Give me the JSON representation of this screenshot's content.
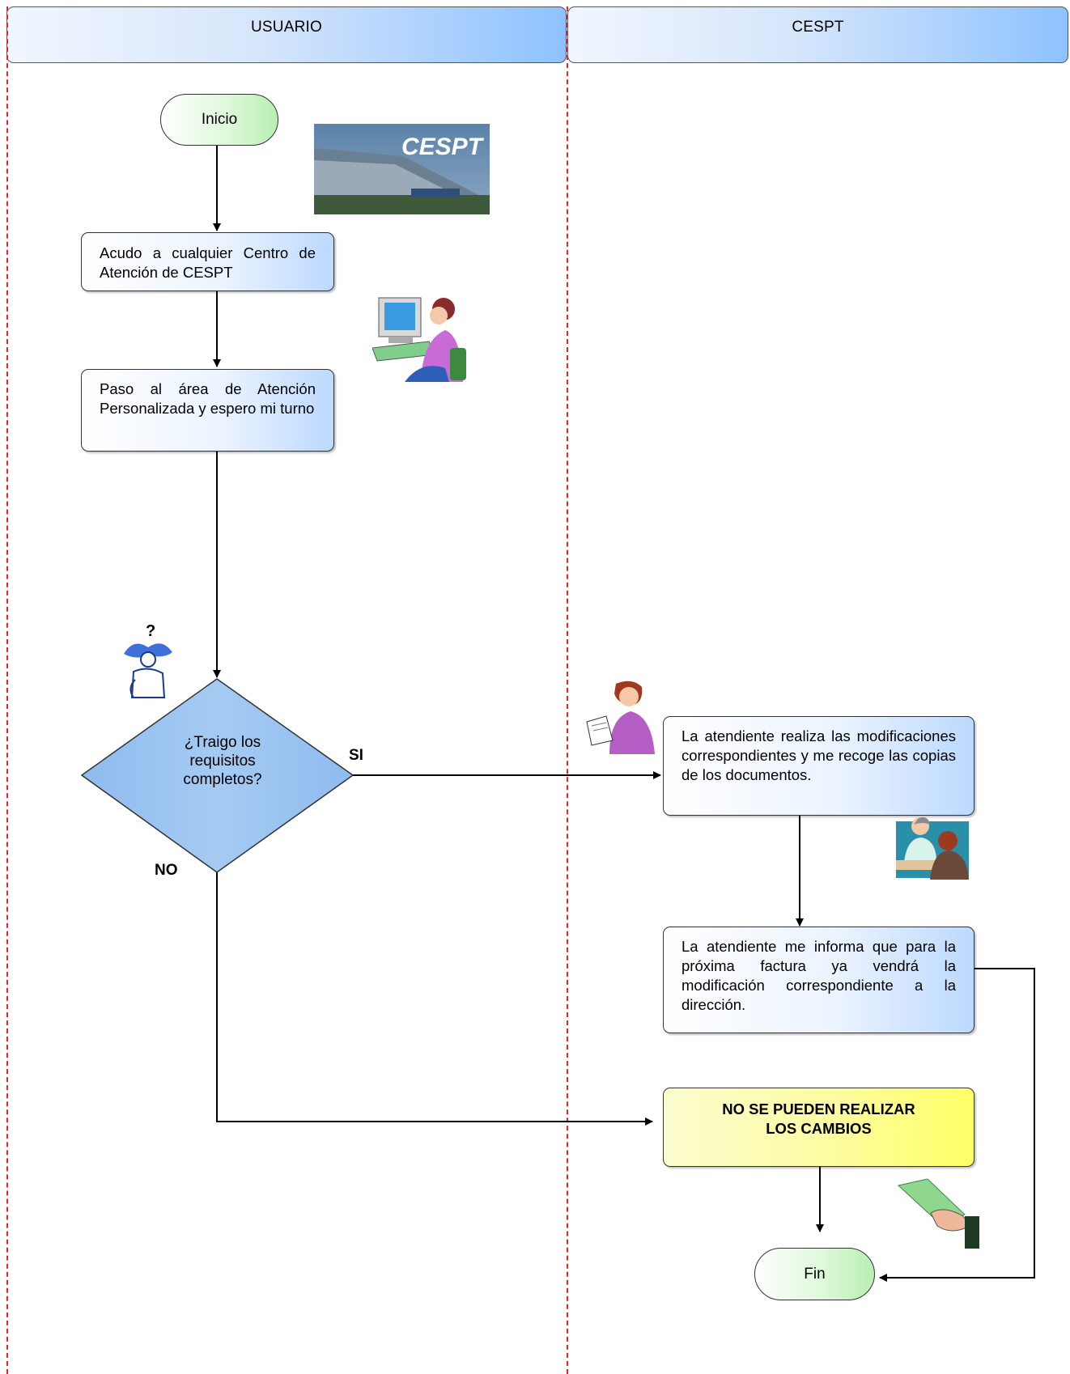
{
  "lanes": {
    "left": "USUARIO",
    "right": "CESPT"
  },
  "nodes": {
    "start": "Inicio",
    "step1": "Acudo a cualquier Centro de Atención de CESPT",
    "step2": "Paso al área de Atención Personalizada y espero mi turno",
    "decision": "¿Traigo los requisitos completos?",
    "yes_step": "La atendiente realiza las modificaciones correspondientes y me recoge las copias de los documentos.",
    "inform_step": "La atendiente me informa que para la próxima factura ya vendrá la modificación correspondiente a la dirección.",
    "no_step": "NO SE PUEDEN REALIZAR LOS CAMBIOS",
    "end": "Fin"
  },
  "edge_labels": {
    "yes": "SI",
    "no": "NO"
  },
  "logo_text": "CESPT",
  "illustrations": [
    "building-photo",
    "woman-at-computer-clipart",
    "thinking-person-clipart",
    "woman-with-document-clipart",
    "meeting-clipart",
    "hand-with-money-clipart"
  ],
  "colors": {
    "lane_divider": "#e8242b",
    "decision_fill": "#9fc5f0",
    "accent_blue": "#8ec2ff",
    "terminal_green": "#b9f0b2",
    "warning_yellow": "#ffff66"
  }
}
